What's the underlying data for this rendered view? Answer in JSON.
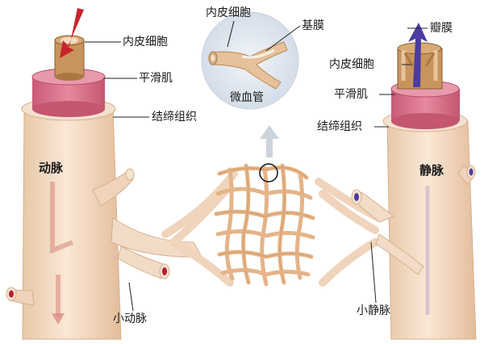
{
  "labels": {
    "artery_endothelium": "内皮细胞",
    "artery_smooth_muscle": "平滑肌",
    "artery_connective": "结缔组织",
    "artery": "动脉",
    "arteriole": "小动脉",
    "capillary_endothelium": "内皮细胞",
    "capillary_basement": "基膜",
    "capillary": "微血管",
    "vein_valve": "瓣膜",
    "vein_endothelium": "内皮细胞",
    "vein_smooth_muscle": "平滑肌",
    "vein_connective": "结缔组织",
    "vein": "静脉",
    "venule": "小静脉"
  },
  "colors": {
    "vessel": "#f3ddc6",
    "vessel_shade": "#e6c2a2",
    "muscle": "#d9718a",
    "endothelium": "#c08c55",
    "capillary_mesh": "#e7b98d",
    "artery_arrow": "#c8232c",
    "vein_arrow": "#4a3ca0",
    "inset_bg": "#e6ecf4"
  }
}
